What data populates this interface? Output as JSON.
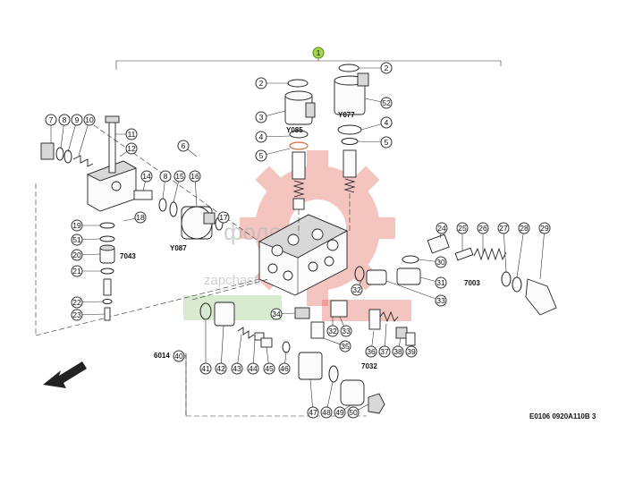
{
  "diagram": {
    "top_callout": "1",
    "drawing_code": "E0106 0920A110B 3",
    "watermark": {
      "line1": "фоломорт",
      "line2": "zapchasti-claas.ru"
    },
    "component_labels": {
      "y085": "Y085",
      "y077": "Y077",
      "y087": "Y087",
      "g7043": "7043",
      "g7003": "7003",
      "g7032": "7032",
      "g6014": "6014"
    },
    "colors": {
      "callout_top_fill": "#a6d84a",
      "watermark_red": "#e05a4a",
      "watermark_green": "#8fc77a",
      "oring_accent": "#d26a3a"
    }
  }
}
